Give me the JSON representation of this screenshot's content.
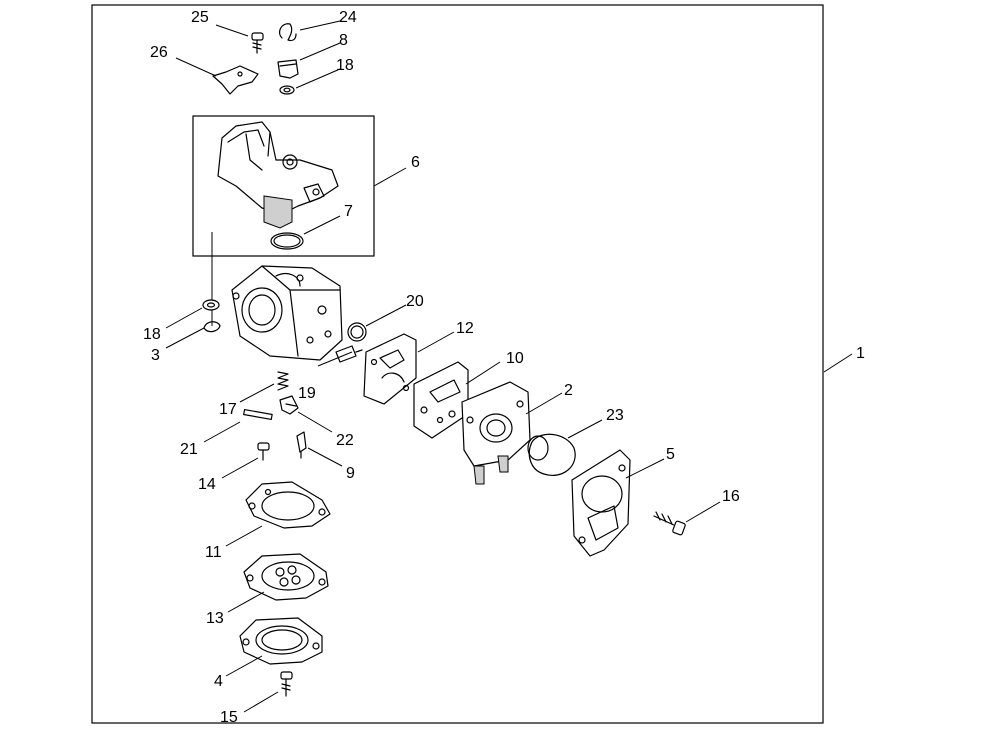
{
  "diagram": {
    "labels": {
      "p1": "1",
      "p2": "2",
      "p3": "3",
      "p4": "4",
      "p5": "5",
      "p6": "6",
      "p7": "7",
      "p8": "8",
      "p9": "9",
      "p10": "10",
      "p11": "11",
      "p12": "12",
      "p13": "13",
      "p14": "14",
      "p15": "15",
      "p16": "16",
      "p17": "17",
      "p18a": "18",
      "p18b": "18",
      "p19": "19",
      "p20": "20",
      "p21": "21",
      "p22": "22",
      "p23": "23",
      "p24": "24",
      "p25": "25",
      "p26": "26"
    }
  }
}
